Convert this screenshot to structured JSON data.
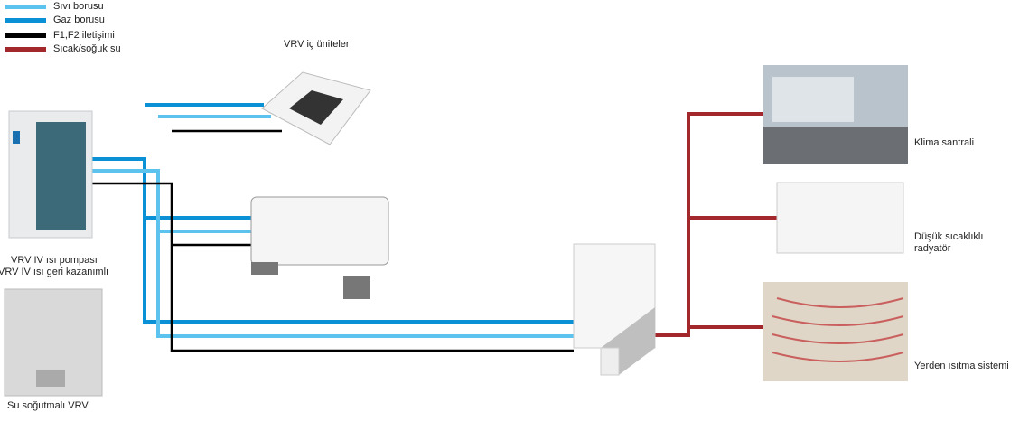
{
  "legend": [
    {
      "label": "Sıvı borusu",
      "color": "#5bc3ee"
    },
    {
      "label": "Gaz borusu",
      "color": "#0a90d5"
    },
    {
      "label": "F1,F2 iletişimi",
      "color": "#000000"
    },
    {
      "label": "Sıcak/soğuk su",
      "color": "#a3282b"
    }
  ],
  "labels": {
    "indoor_units": "VRV iç üniteler",
    "heat_pump_line1": "VRV IV ısı pompası",
    "heat_pump_line2": "VRV IV ısı geri kazanımlı",
    "water_cooled": "Su soğutmalı VRV",
    "ahu": "Klima santrali",
    "radiator_line1": "Düşük sıcaklıklı",
    "radiator_line2": "radyatör",
    "floor_heating": "Yerden ısıtma sistemi"
  }
}
